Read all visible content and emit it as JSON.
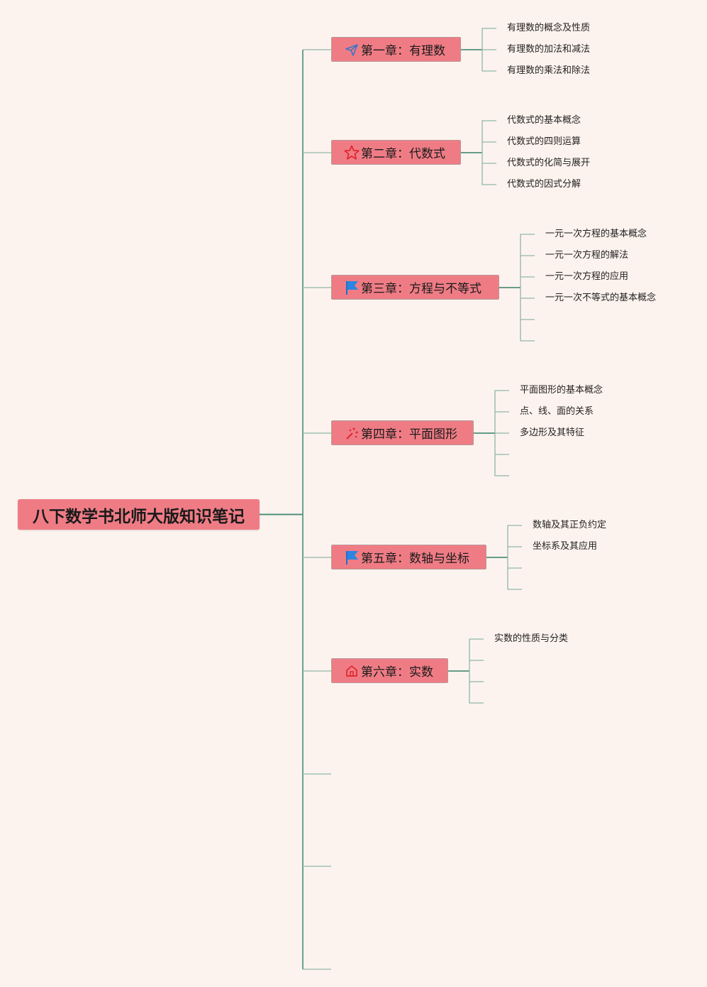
{
  "title": "八下数学书北师大版知识笔记",
  "colors": {
    "node": "#ef7c85",
    "line": "#5a9a84",
    "background": "#fdf3ee"
  },
  "chapters": [
    {
      "label": "第一章：有理数",
      "icon": "paper-plane-icon",
      "items": [
        "有理数的概念及性质",
        "有理数的加法和减法",
        "有理数的乘法和除法"
      ]
    },
    {
      "label": "第二章：代数式",
      "icon": "star-icon",
      "items": [
        "代数式的基本概念",
        "代数式的四则运算",
        "代数式的化简与展开",
        "代数式的因式分解"
      ]
    },
    {
      "label": "第三章：方程与不等式",
      "icon": "flag-icon",
      "items": [
        "一元一次方程的基本概念",
        "一元一次方程的解法",
        "一元一次方程的应用",
        "一元一次不等式的基本概念",
        "",
        ""
      ]
    },
    {
      "label": "第四章：平面图形",
      "icon": "magic-wand-icon",
      "items": [
        "平面图形的基本概念",
        "点、线、面的关系",
        "多边形及其特征",
        "",
        ""
      ]
    },
    {
      "label": "第五章：数轴与坐标",
      "icon": "flag-icon",
      "items": [
        "数轴及其正负约定",
        "坐标系及其应用",
        "",
        ""
      ]
    },
    {
      "label": "第六章：实数",
      "icon": "home-icon",
      "items": [
        "实数的性质与分类",
        "",
        "",
        ""
      ]
    }
  ]
}
